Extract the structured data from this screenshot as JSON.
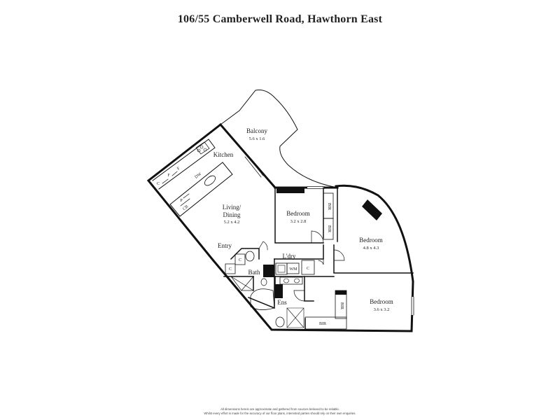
{
  "title": "106/55 Camberwell Road, Hawthorn East",
  "rooms": {
    "balcony": {
      "name": "Balcony",
      "dims": "5.6 x 1.6"
    },
    "kitchen": {
      "name": "Kitchen"
    },
    "living": {
      "name1": "Living/",
      "name2": "Dining",
      "dims": "5.2 x 4.2"
    },
    "bedroom1": {
      "name": "Bedroom",
      "dims": "3.2 x 2.8"
    },
    "bedroom2": {
      "name": "Bedroom",
      "dims": "4.8 x 4.3"
    },
    "bedroom3": {
      "name": "Bedroom",
      "dims": "3.6 x 3.2"
    },
    "entry": {
      "name": "Entry"
    },
    "laundry": {
      "name": "L'dry"
    },
    "bath": {
      "name": "Bath"
    },
    "ensuite": {
      "name": "Ens"
    }
  },
  "fixtures": {
    "c": "C",
    "f": "F",
    "dw": "DW",
    "p": "P",
    "cb": "CB",
    "bir": "BIR",
    "wm": "WM"
  },
  "disclaimer": {
    "line1": "All dimensions herein are approximate and gathered from sources believed to be reliable.",
    "line2": "Whilst every effort is made for the accuracy of our floor plans, interested parties should rely on their own enquiries."
  }
}
